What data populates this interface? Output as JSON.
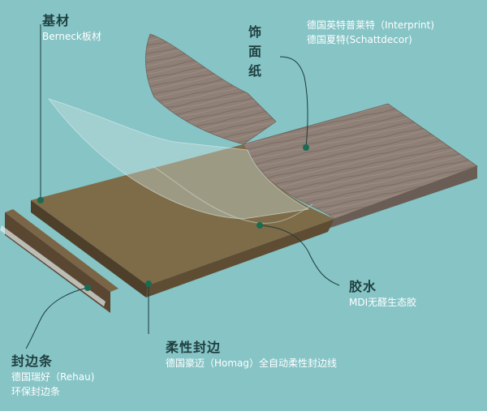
{
  "labels": {
    "substrate": {
      "title": "基材",
      "lines": [
        "Berneck板材"
      ]
    },
    "decor": {
      "title": "饰面纸",
      "lines": [
        "德国英特普莱特（Interprint)",
        "德国夏特(Schattdecor)"
      ]
    },
    "glue": {
      "title": "胶水",
      "lines": [
        "MDI无醛生态胶"
      ]
    },
    "edge_strip": {
      "title": "封边条",
      "lines": [
        "德国瑞好（Rehau)",
        "环保封边条"
      ]
    },
    "flex_edge": {
      "title": "柔性封边",
      "lines": [
        "德国豪迈（Homag）全自动柔性封边线"
      ]
    }
  },
  "colors": {
    "background": "#86C4C6",
    "board_top": "#7E6C49",
    "board_side": "#5E4D33",
    "decor_paper": "#8E8076",
    "accent_dot": "#1B6B52",
    "leader_line": "#1E3A3A"
  }
}
